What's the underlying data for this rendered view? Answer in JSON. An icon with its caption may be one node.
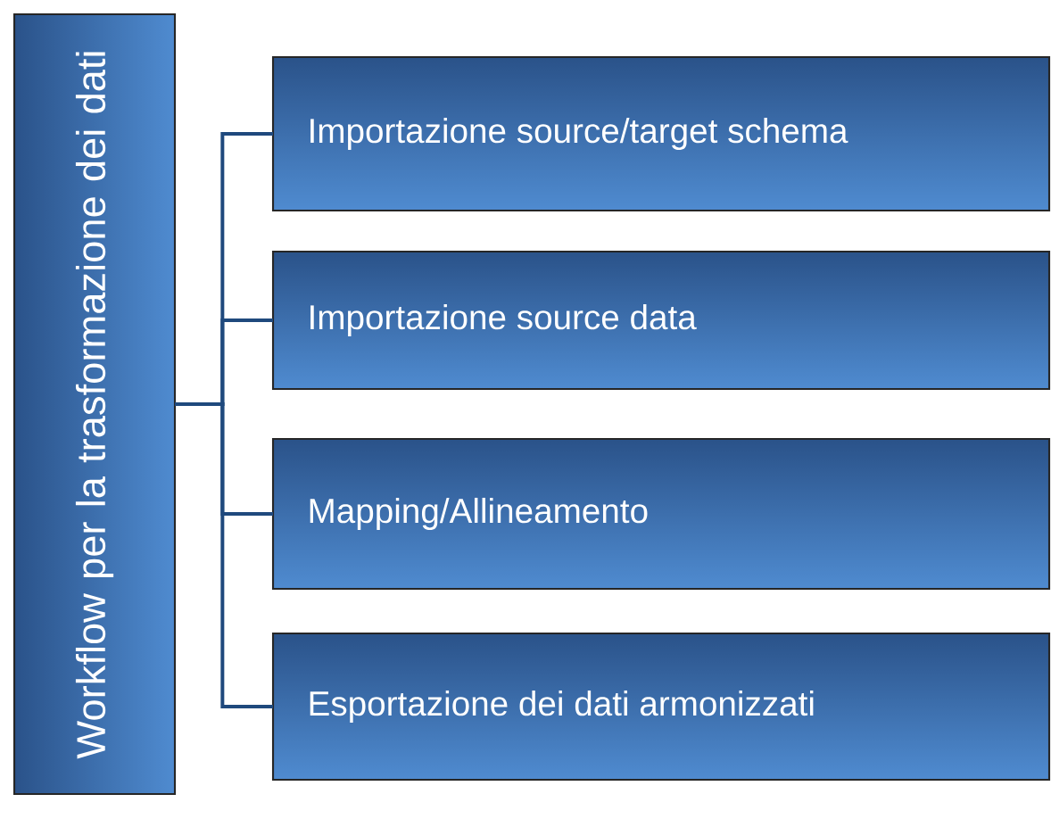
{
  "diagram": {
    "nodes": [
      {
        "text": [
          "Workflow per la trasformazione dei dati"
        ]
      },
      {
        "text": [
          "Importazione source/target schema"
        ]
      },
      {
        "text": [
          "Importazione source data"
        ]
      },
      {
        "text": [
          "Mapping/Allineamento"
        ]
      },
      {
        "text": [
          "Esportazione dei dati armonizzati"
        ]
      }
    ],
    "edges": [
      {
        "from": 0,
        "to": 1,
        "arrow": "none"
      },
      {
        "from": 0,
        "to": 2,
        "arrow": "none"
      },
      {
        "from": 0,
        "to": 3,
        "arrow": "none"
      },
      {
        "from": 0,
        "to": 4,
        "arrow": "none"
      }
    ]
  }
}
